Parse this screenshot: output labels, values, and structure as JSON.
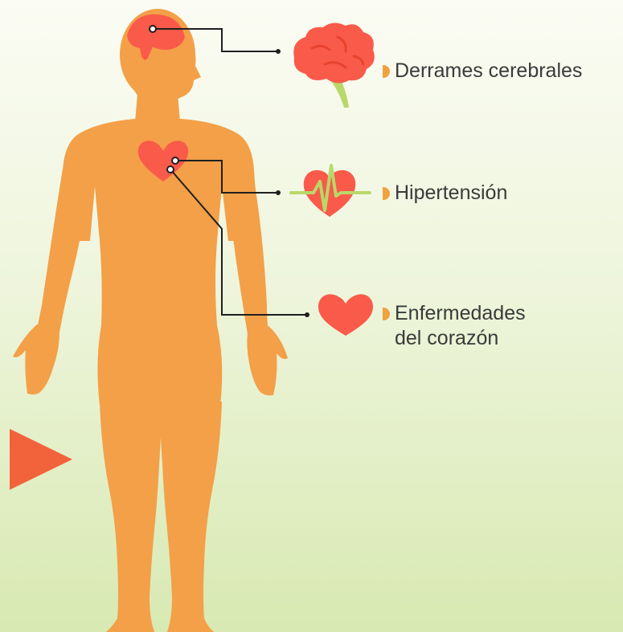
{
  "colors": {
    "body": "#f3a048",
    "accent": "#fa5a4a",
    "accent_dark": "#e8432f",
    "stem": "#b9d86a",
    "leader_line": "#1f1f1f",
    "text": "#3a3a3a",
    "bullet": "#f0a240",
    "arrow": "#f2633c"
  },
  "callouts": [
    {
      "id": "stroke",
      "icon": "brain-icon",
      "text": "Derrames cerebrales"
    },
    {
      "id": "hypertension",
      "icon": "heart-pulse-icon",
      "text": "Hipertensión"
    },
    {
      "id": "heart",
      "icon": "heart-icon",
      "line1": "Enfermedades",
      "line2": "del corazón"
    }
  ]
}
